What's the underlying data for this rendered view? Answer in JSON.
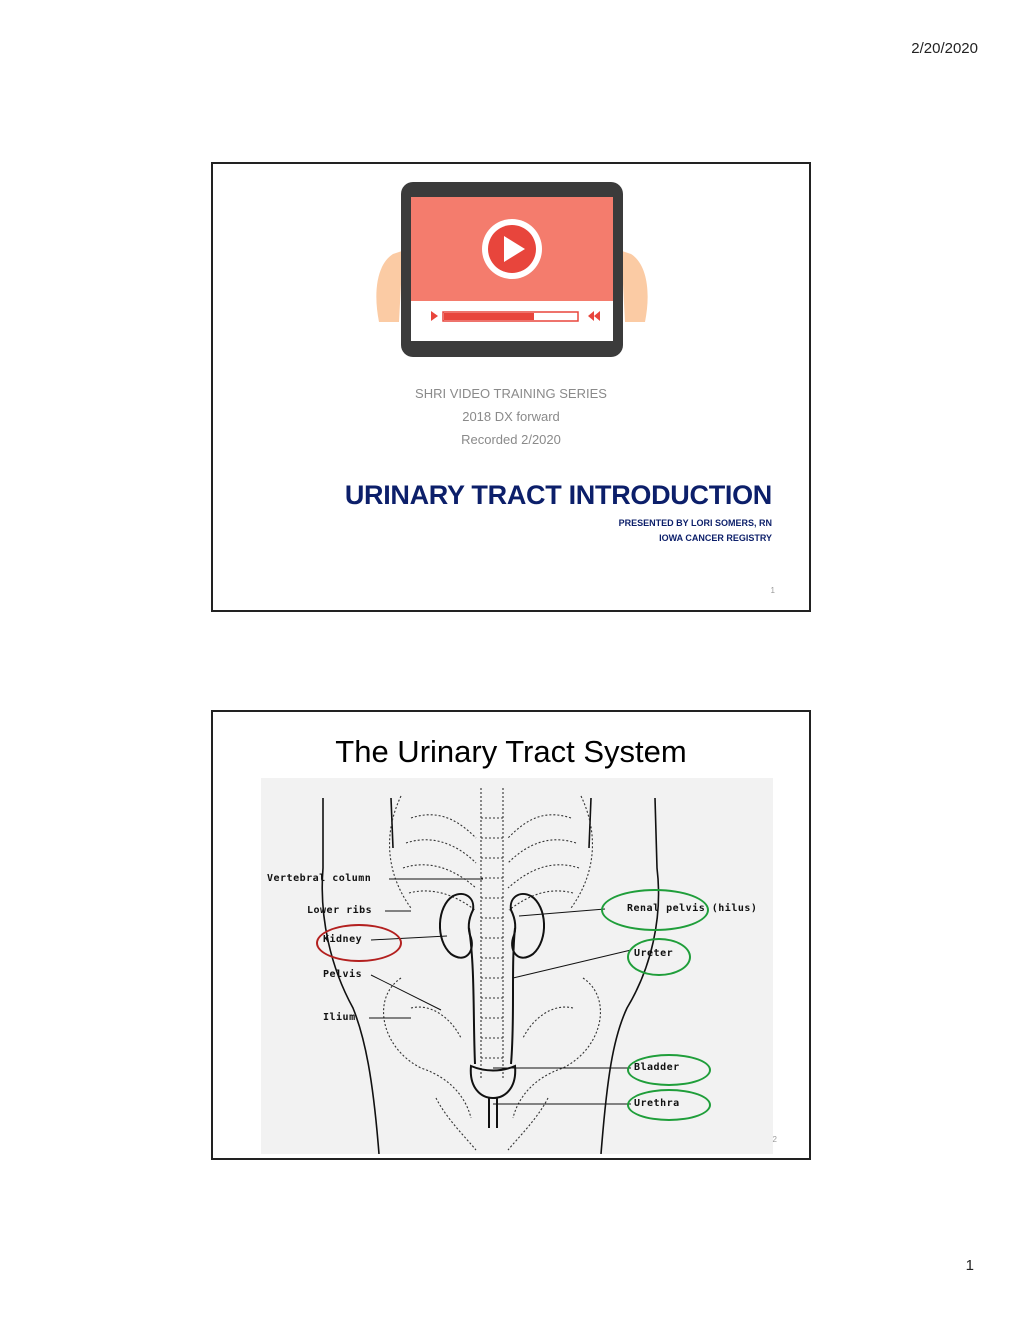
{
  "page": {
    "date": "2/20/2020",
    "number": "1"
  },
  "slide1": {
    "series_line1": "SHRI VIDEO TRAINING SERIES",
    "series_line2": "2018 DX forward",
    "series_line3": "Recorded 2/2020",
    "title": "URINARY TRACT INTRODUCTION",
    "presenter": "PRESENTED BY LORI SOMERS, RN",
    "organization": "IOWA CANCER REGISTRY",
    "slide_number": "1",
    "video_progress": 0.68,
    "colors": {
      "screen": "#f47c6d",
      "play": "#e8453c",
      "tablet": "#3b3b3b",
      "hands": "#fbcba4",
      "title": "#0c1f6a"
    },
    "icons": [
      "tablet-video-illustration",
      "play-icon",
      "rewind-icon"
    ]
  },
  "slide2": {
    "title": "The Urinary Tract System",
    "slide_number": "2",
    "labels": {
      "vertebral_column": "Vertebral column",
      "lower_ribs": "Lower ribs",
      "kidney": "Kidney",
      "pelvis": "Pelvis",
      "ilium": "Ilium",
      "renal_pelvis": "Renal pelvis (hilus)",
      "ureter": "Ureter",
      "bladder": "Bladder",
      "urethra": "Urethra"
    },
    "highlight_colors": {
      "red": "#b3201f",
      "green": "#1f9e3a"
    }
  }
}
